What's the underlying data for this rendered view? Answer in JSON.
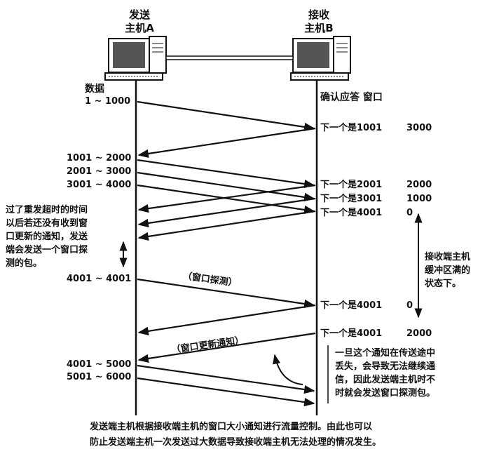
{
  "hostA": {
    "role": "发送",
    "name": "主机A"
  },
  "hostB": {
    "role": "接收",
    "name": "主机B"
  },
  "left_header": "数据",
  "right_header": "确认应答 窗口",
  "segments": [
    "1 ~ 1000",
    "1001 ~ 2000",
    "2001 ~ 3000",
    "3001 ~ 4000",
    "4001 ~ 4001",
    "4001 ~ 5000",
    "5001 ~ 6000"
  ],
  "acks": [
    {
      "label": "下一个是1001",
      "window": "3000"
    },
    {
      "label": "下一个是2001",
      "window": "2000"
    },
    {
      "label": "下一个是3001",
      "window": "1000"
    },
    {
      "label": "下一个是4001",
      "window": "0"
    },
    {
      "label": "下一个是4001",
      "window": "0"
    },
    {
      "label": "下一个是4001",
      "window": "2000"
    }
  ],
  "probe_label": "（窗口探测）",
  "update_label": "（窗口更新通知）",
  "timeout_note": "过了重发超时的时间\n以后若还没有收到窗\n口更新的通知，发送\n端会发送一个窗口探\n测的包。",
  "buffer_note": "接收端主机\n缓冲区满的\n状态下。",
  "loss_note": "一旦这个通知在传送途中\n丢失，会导致无法继续通\n信，因此发送端主机时不\n时就会发送窗口探测包。",
  "caption": "发送端主机根据接收端主机的窗口大小通知进行流量控制。由此也可以\n防止发送端主机一次发送过大数据导致接收端主机无法处理的情况发生。"
}
